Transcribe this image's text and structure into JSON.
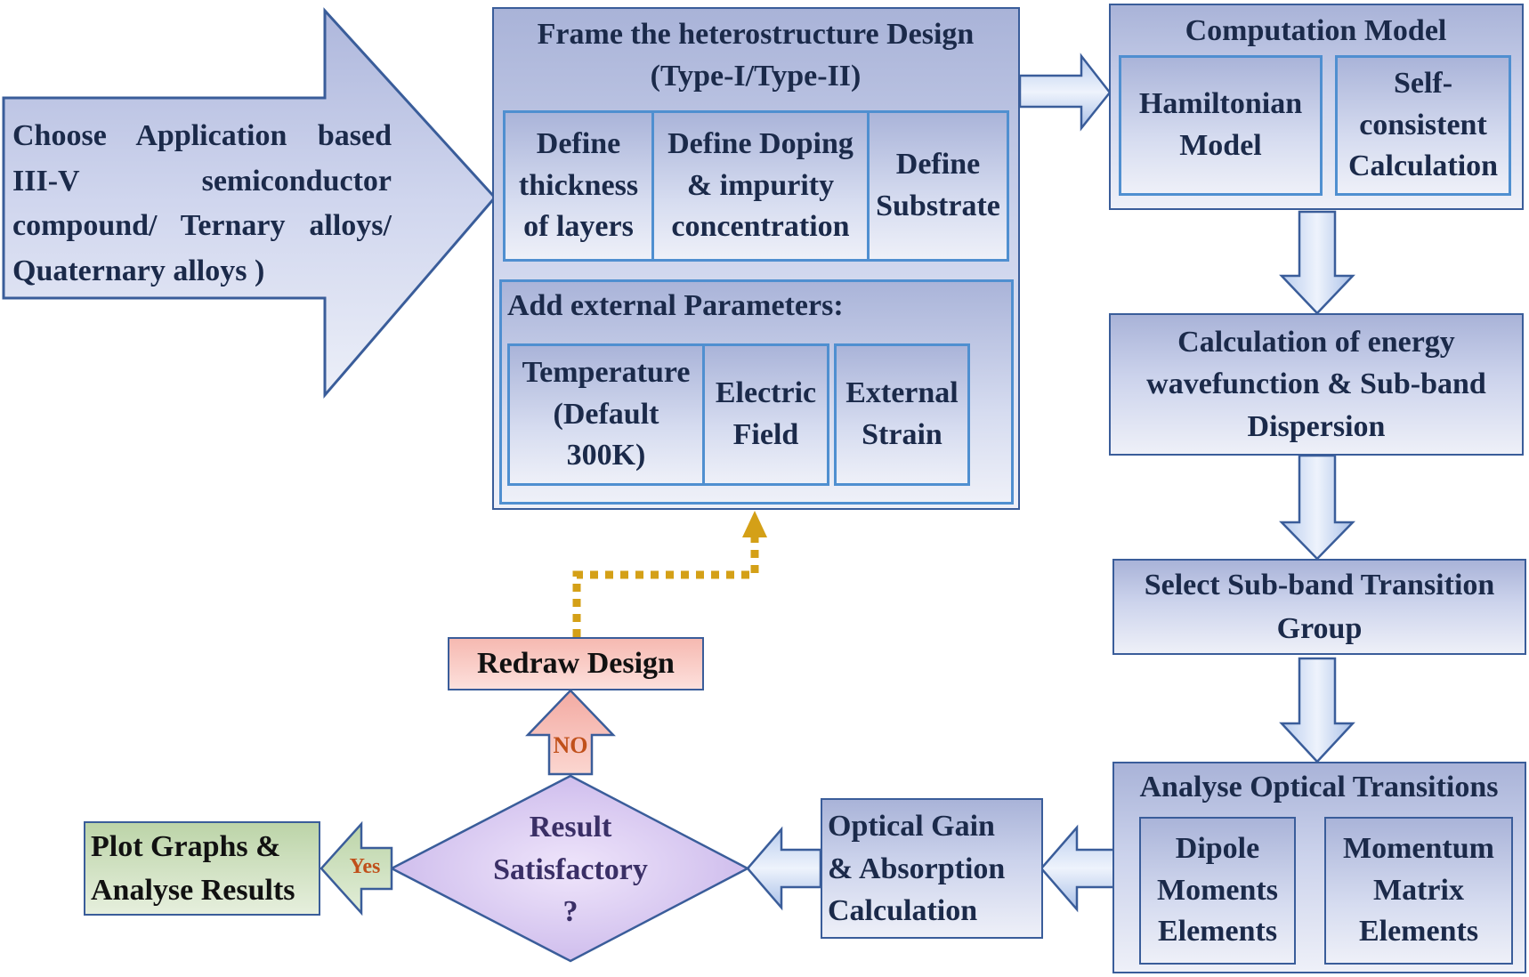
{
  "start": {
    "lines": [
      "Choose Application based",
      "III-V semiconductor",
      "compound/ Ternary alloys/",
      "Quaternary alloys )"
    ]
  },
  "frame": {
    "title_l1": "Frame the heterostructure Design",
    "title_l2": "(Type-I/Type-II)",
    "thickness": [
      "Define",
      "thickness",
      "of layers"
    ],
    "doping": [
      "Define Doping",
      "& impurity",
      "concentration"
    ],
    "substrate": [
      "Define",
      "Substrate"
    ],
    "external_title": "Add external Parameters:",
    "temperature": [
      "Temperature",
      "(Default",
      "300K)"
    ],
    "electric": [
      "Electric",
      "Field"
    ],
    "strain": [
      "External",
      "Strain"
    ]
  },
  "computation": {
    "title": "Computation Model",
    "hamiltonian": [
      "Hamiltonian",
      "Model"
    ],
    "self_consistent": [
      "Self-",
      "consistent",
      "Calculation"
    ]
  },
  "energy": [
    "Calculation of energy",
    "wavefunction & Sub-band",
    "Dispersion"
  ],
  "select": [
    "Select Sub-band Transition",
    "Group"
  ],
  "optical": {
    "title": "Analyse Optical Transitions",
    "dipole": [
      "Dipole",
      "Moments",
      "Elements"
    ],
    "momentum": [
      "Momentum",
      "Matrix",
      "Elements"
    ]
  },
  "gain": [
    "Optical Gain",
    "& Absorption",
    "Calculation"
  ],
  "result": [
    "Result",
    "Satisfactory",
    "?"
  ],
  "no_label": "NO",
  "yes_label": "Yes",
  "redraw": "Redraw Design",
  "plot": [
    "Plot Graphs &",
    "Analyse Results"
  ],
  "colors": {
    "border": "#3a5d9a",
    "inner_border": "#4f8fd0",
    "box_fill": "#ccd3ec",
    "redraw_fill": "#f4b3ab",
    "plot_fill": "#bcd4a8",
    "diamond_fill": "#d2c2ec",
    "feedback_arrow": "#d4a017",
    "label_orange": "#c0501a"
  }
}
